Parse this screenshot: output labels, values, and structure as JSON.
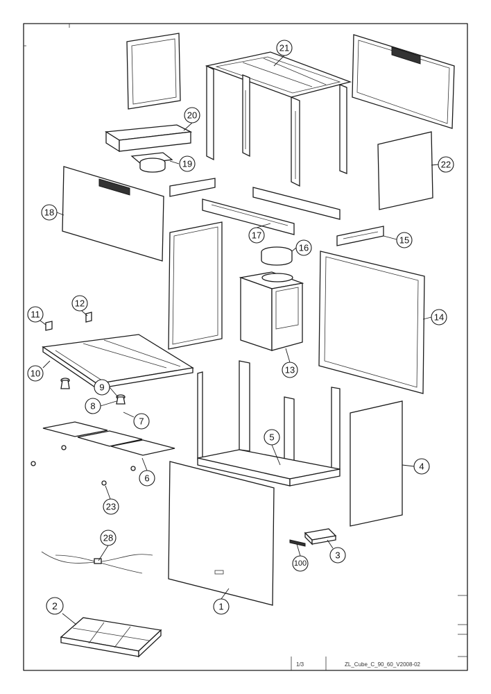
{
  "footer": {
    "page": "1/3",
    "doc_code": "ZL_Cube_C_90_60_V2008-02"
  },
  "callouts": [
    "21",
    "20",
    "19",
    "22",
    "18",
    "17",
    "15",
    "16",
    "14",
    "11",
    "12",
    "13",
    "10",
    "9",
    "8",
    "7",
    "5",
    "4",
    "6",
    "23",
    "28",
    "3",
    "100",
    "1",
    "2"
  ]
}
